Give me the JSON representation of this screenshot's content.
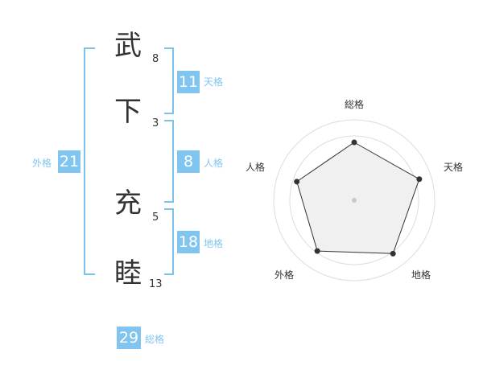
{
  "name_chars": [
    {
      "char": "武",
      "strokes": "8"
    },
    {
      "char": "下",
      "strokes": "3"
    },
    {
      "char": "充",
      "strokes": "5"
    },
    {
      "char": "睦",
      "strokes": "13"
    }
  ],
  "kaku": {
    "tenkaku": {
      "value": "11",
      "label": "天格"
    },
    "jinkaku": {
      "value": "8",
      "label": "人格"
    },
    "chikaku": {
      "value": "18",
      "label": "地格"
    },
    "gaikaku": {
      "value": "21",
      "label": "外格"
    },
    "soukaku": {
      "value": "29",
      "label": "総格"
    }
  },
  "colors": {
    "accent": "#80c5f0",
    "bracket": "#7cc3ec",
    "text": "#333333",
    "radar_fill": "#f0f0f0"
  },
  "chart_data": {
    "type": "radar",
    "axes": [
      "総格",
      "天格",
      "地格",
      "外格",
      "人格"
    ],
    "values": [
      0.72,
      0.85,
      0.82,
      0.78,
      0.75
    ],
    "range": [
      0,
      1
    ],
    "rings": 5
  }
}
